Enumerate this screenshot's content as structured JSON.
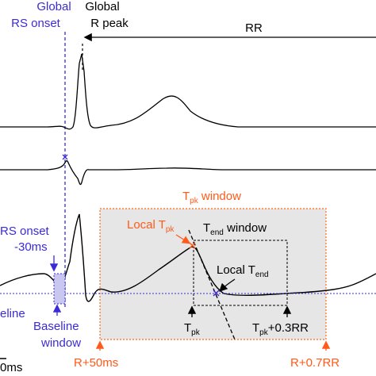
{
  "colors": {
    "black": "#000000",
    "blue": "#3b2bd6",
    "orange": "#ff5a1a",
    "tpk_window_fill": "#e6e6e6",
    "tpk_window_border": "#ff6a1a"
  },
  "labels": {
    "global_rs_onset_line1": "Global",
    "global_rs_onset_line2": "RS onset",
    "global_r_peak_line1": "Global",
    "global_r_peak_line2": "R peak",
    "rr": "RR",
    "tpk_window": "T",
    "tpk_window_sub": "pk",
    "tpk_window_suffix": " window",
    "local_tpk": "Local T",
    "local_tpk_sub": "pk",
    "tend_window": "T",
    "tend_window_sub": "end",
    "tend_window_suffix": " window",
    "local_tend": "Local T",
    "local_tend_sub": "end",
    "rs_onset_minus_line1": "RS onset",
    "rs_onset_minus_line2": "-30ms",
    "baseline": "eline",
    "baseline_window_line1": "Baseline",
    "baseline_window_line2": "window",
    "tpk_marker": "T",
    "tpk_marker_sub": "pk",
    "tpk_plus_marker": "T",
    "tpk_plus_marker_sub": "pk",
    "tpk_plus_marker_suffix": "+0.3RR",
    "r_plus_50": "R+50ms",
    "r_plus_07": "R+0.7RR",
    "scale_label": "0ms"
  }
}
